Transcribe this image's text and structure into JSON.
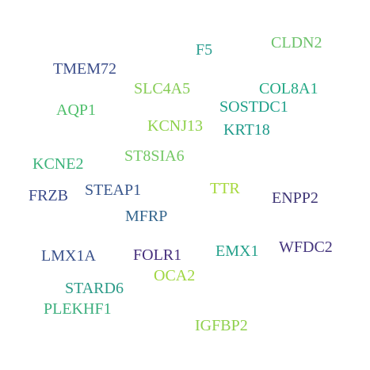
{
  "words": [
    {
      "text": "F5",
      "color": "#2a9d8f"
    },
    {
      "text": "CLDN2",
      "color": "#6cc26a"
    },
    {
      "text": "TMEM72",
      "color": "#3b4d8a"
    },
    {
      "text": "SLC4A5",
      "color": "#86cc55"
    },
    {
      "text": "COL8A1",
      "color": "#22a884"
    },
    {
      "text": "AQP1",
      "color": "#4fbf6b"
    },
    {
      "text": "SOSTDC1",
      "color": "#1fa08a"
    },
    {
      "text": "KCNJ13",
      "color": "#8ed14a"
    },
    {
      "text": "KRT18",
      "color": "#1e9a8a"
    },
    {
      "text": "ST8SIA6",
      "color": "#74c865"
    },
    {
      "text": "KCNE2",
      "color": "#3bb27a"
    },
    {
      "text": "TTR",
      "color": "#a6d83c"
    },
    {
      "text": "FRZB",
      "color": "#3a4a8a"
    },
    {
      "text": "STEAP1",
      "color": "#38568c"
    },
    {
      "text": "ENPP2",
      "color": "#3e3575"
    },
    {
      "text": "MFRP",
      "color": "#33658d"
    },
    {
      "text": "LMX1A",
      "color": "#3b528b"
    },
    {
      "text": "FOLR1",
      "color": "#462f7c"
    },
    {
      "text": "EMX1",
      "color": "#23a08a"
    },
    {
      "text": "WFDC2",
      "color": "#44357d"
    },
    {
      "text": "OCA2",
      "color": "#9fd641"
    },
    {
      "text": "STARD6",
      "color": "#2a9a87"
    },
    {
      "text": "PLEKHF1",
      "color": "#3aae7c"
    },
    {
      "text": "IGFBP2",
      "color": "#8fd04c"
    }
  ]
}
